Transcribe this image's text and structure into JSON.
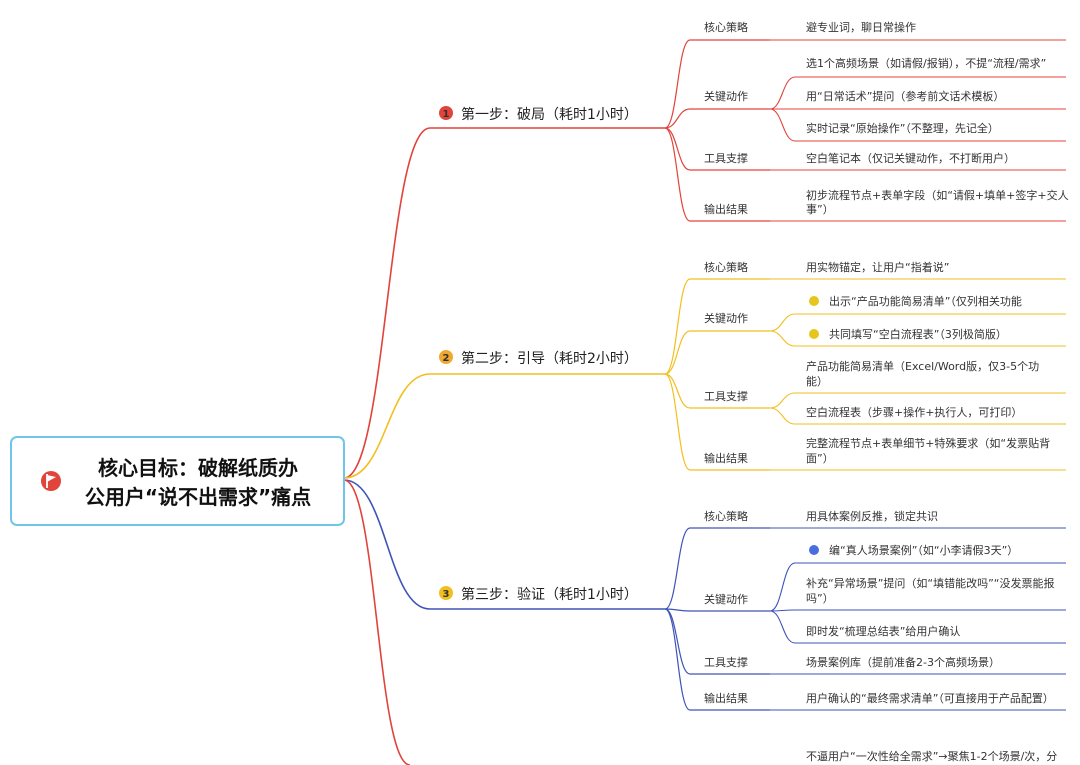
{
  "root": {
    "icon": "red-flag-icon",
    "title_line1": "核心目标：破解纸质办",
    "title_line2": "公用户“说不出需求”痛点"
  },
  "steps": [
    {
      "number": "1",
      "label": "第一步：破局（耗时1小时）",
      "color": "#e0443a",
      "categories": [
        {
          "label": "核心策略",
          "items": [
            {
              "text": [
                "避专业词，聊日常操作"
              ]
            }
          ]
        },
        {
          "label": "关键动作",
          "items": [
            {
              "text": [
                "选1个高频场景（如请假/报销），不提“流程/需求”"
              ]
            },
            {
              "text": [
                "用“日常话术”提问（参考前文话术模板）"
              ]
            },
            {
              "text": [
                "实时记录“原始操作”（不整理，先记全）"
              ]
            }
          ]
        },
        {
          "label": "工具支撑",
          "items": [
            {
              "text": [
                "空白笔记本（仅记关键动作，不打断用户）"
              ]
            }
          ]
        },
        {
          "label": "输出结果",
          "items": [
            {
              "text": [
                "初步流程节点+表单字段（如“请假+填单+签字+交人",
                "事”）"
              ]
            }
          ]
        }
      ]
    },
    {
      "number": "2",
      "label": "第二步：引导（耗时2小时）",
      "color": "#f2bf1f",
      "categories": [
        {
          "label": "核心策略",
          "items": [
            {
              "text": [
                "用实物锚定，让用户“指着说”"
              ]
            }
          ]
        },
        {
          "label": "关键动作",
          "items": [
            {
              "text": [
                "出示“产品功能简易清单”（仅列相关功能"
              ],
              "dot": "#e6c51e"
            },
            {
              "text": [
                "共同填写“空白流程表”（3列极简版）"
              ],
              "dot": "#e6c51e"
            }
          ]
        },
        {
          "label": "工具支撑",
          "items": [
            {
              "text": [
                "产品功能简易清单（Excel/Word版，仅3-5个功",
                "能）"
              ]
            },
            {
              "text": [
                "空白流程表（步骤+操作+执行人，可打印）"
              ]
            }
          ]
        },
        {
          "label": "输出结果",
          "items": [
            {
              "text": [
                "完整流程节点+表单细节+特殊要求（如“发票贴背",
                "面”）"
              ]
            }
          ]
        }
      ]
    },
    {
      "number": "3",
      "label": "第三步：验证（耗时1小时）",
      "color": "#3f54b8",
      "categories": [
        {
          "label": "核心策略",
          "items": [
            {
              "text": [
                "用具体案例反推，锁定共识"
              ]
            }
          ]
        },
        {
          "label": "关键动作",
          "items": [
            {
              "text": [
                "编“真人场景案例”（如“小李请假3天”）"
              ],
              "dot": "#4a6ee0"
            },
            {
              "text": [
                "补充“异常场景”提问（如“填错能改吗”“没发票能报",
                "吗”）"
              ]
            },
            {
              "text": [
                "即时发“梳理总结表”给用户确认"
              ]
            }
          ]
        },
        {
          "label": "工具支撑",
          "items": [
            {
              "text": [
                "场景案例库（提前准备2-3个高频场景）"
              ]
            }
          ]
        },
        {
          "label": "输出结果",
          "items": [
            {
              "text": [
                "用户确认的“最终需求清单”（可直接用于产品配置）"
              ]
            }
          ]
        }
      ]
    },
    {
      "number": "",
      "label": "",
      "color": "#e0443a",
      "categories": [
        {
          "label": "",
          "items": [
            {
              "text": [
                "不逼用户“一次性给全需求”→聚焦1-2个场景/次，分"
              ]
            }
          ]
        }
      ]
    }
  ]
}
